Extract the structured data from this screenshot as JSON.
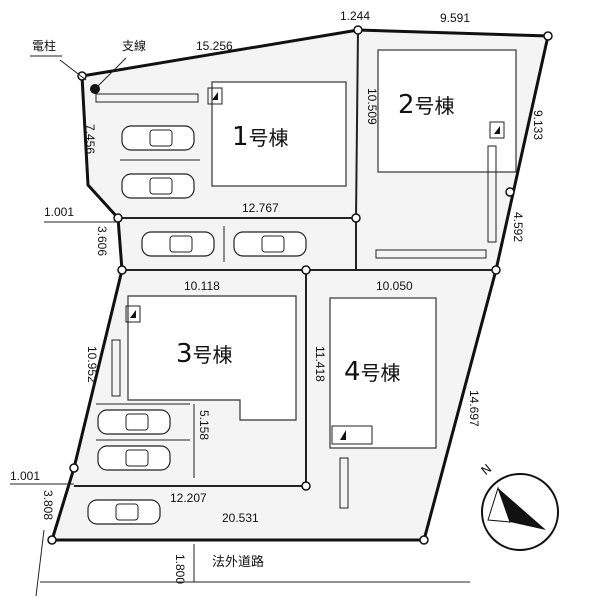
{
  "labels": {
    "pole": "電柱",
    "stay_wire": "支線",
    "road": "法外道路",
    "north": "N"
  },
  "buildings": [
    {
      "id": "1",
      "number": "1",
      "suffix": "号棟"
    },
    {
      "id": "2",
      "number": "2",
      "suffix": "号棟"
    },
    {
      "id": "3",
      "number": "3",
      "suffix": "号棟"
    },
    {
      "id": "4",
      "number": "4",
      "suffix": "号棟"
    }
  ],
  "dimensions": {
    "top_left": "15.256",
    "top_mid": "1.244",
    "top_right": "9.591",
    "lot2_left": "10.509",
    "right_upper": "9.133",
    "right_mid": "4.592",
    "left_upper": "7.456",
    "left_mid_a": "1.001",
    "left_mid_b": "3.606",
    "mid_line": "12.767",
    "lot3_top": "10.118",
    "lot4_top": "10.050",
    "lot3_left": "10.952",
    "lot4_left": "11.418",
    "right_lower": "14.697",
    "inner_vertical": "5.158",
    "left_lower_a": "1.001",
    "left_lower_b": "3.808",
    "bottom_a": "12.207",
    "bottom_b": "20.531",
    "road_width": "1.800"
  }
}
